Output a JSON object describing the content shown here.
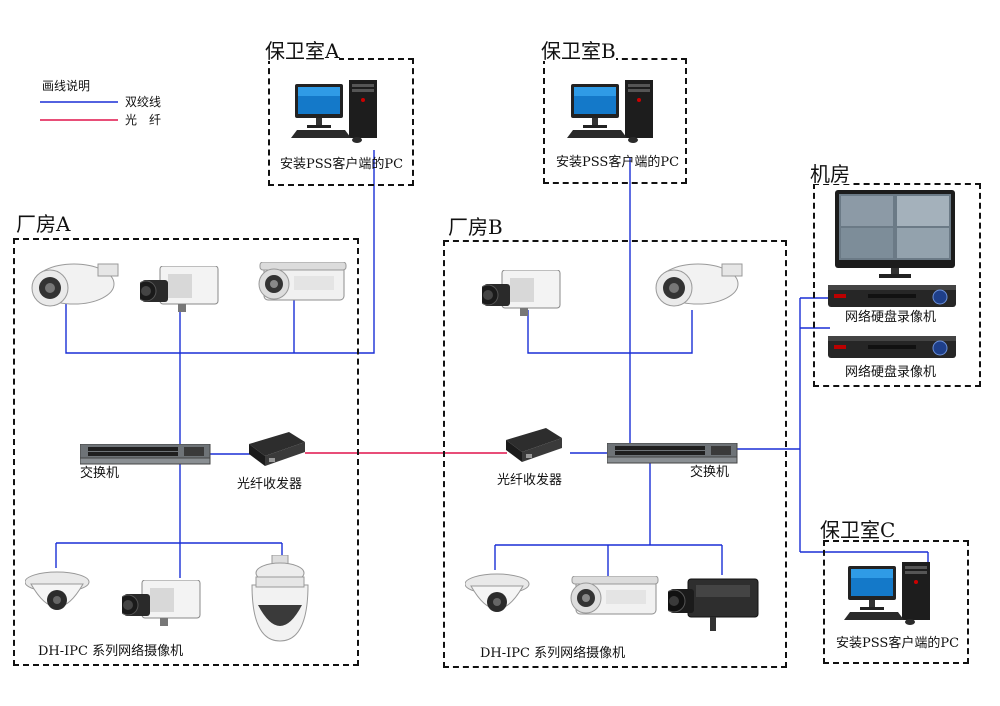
{
  "legend": {
    "title": "画线说明",
    "twisted_pair": {
      "label": "双绞线",
      "color": "#1a2fd6"
    },
    "fiber": {
      "label": "光　纤",
      "color": "#e0144c"
    }
  },
  "zones": {
    "guard_a": {
      "title": "保卫室A",
      "pc_label": "安装PSS客户端的PC"
    },
    "guard_b": {
      "title": "保卫室B",
      "pc_label": "安装PSS客户端的PC"
    },
    "guard_c": {
      "title": "保卫室C",
      "pc_label": "安装PSS客户端的PC"
    },
    "server_room": {
      "title": "机房",
      "nvr_labels": [
        "网络硬盘录像机",
        "网络硬盘录像机"
      ]
    },
    "factory_a": {
      "title": "厂房A",
      "switch_label": "交换机",
      "transceiver_label": "光纤收发器",
      "camera_series_label": "DH-IPC 系列网络摄像机"
    },
    "factory_b": {
      "title": "厂房B",
      "switch_label": "交换机",
      "transceiver_label": "光纤收发器",
      "camera_series_label": "DH-IPC 系列网络摄像机"
    }
  }
}
